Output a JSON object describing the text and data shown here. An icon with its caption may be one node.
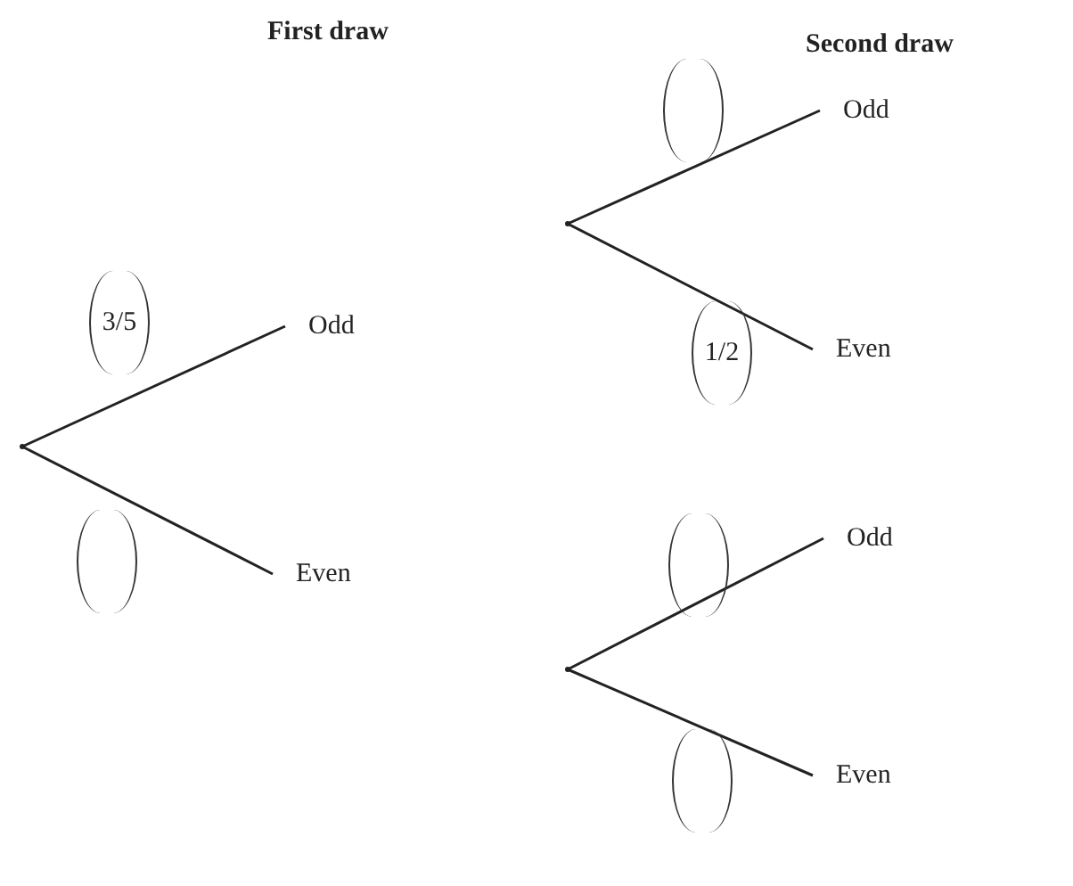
{
  "diagram": {
    "nodes": [
      {
        "text": [],
        "shape": "point"
      },
      {
        "text": [
          "Odd"
        ]
      },
      {
        "text": [
          "Even"
        ]
      },
      {
        "text": [],
        "shape": "point"
      },
      {
        "text": [
          "Odd"
        ]
      },
      {
        "text": [
          "Even"
        ]
      },
      {
        "text": [],
        "shape": "point"
      },
      {
        "text": [
          "Odd"
        ]
      },
      {
        "text": [
          "Even"
        ]
      }
    ],
    "edges": [
      {
        "from": 0,
        "to": 1,
        "arrow": "none",
        "label": "3/5"
      },
      {
        "from": 0,
        "to": 2,
        "arrow": "none"
      },
      {
        "from": 3,
        "to": 4,
        "arrow": "none"
      },
      {
        "from": 3,
        "to": 5,
        "arrow": "none",
        "label": "1/2"
      },
      {
        "from": 6,
        "to": 7,
        "arrow": "none"
      },
      {
        "from": 6,
        "to": 8,
        "arrow": "none"
      }
    ],
    "labels": [
      "First draw",
      "Second draw"
    ]
  }
}
